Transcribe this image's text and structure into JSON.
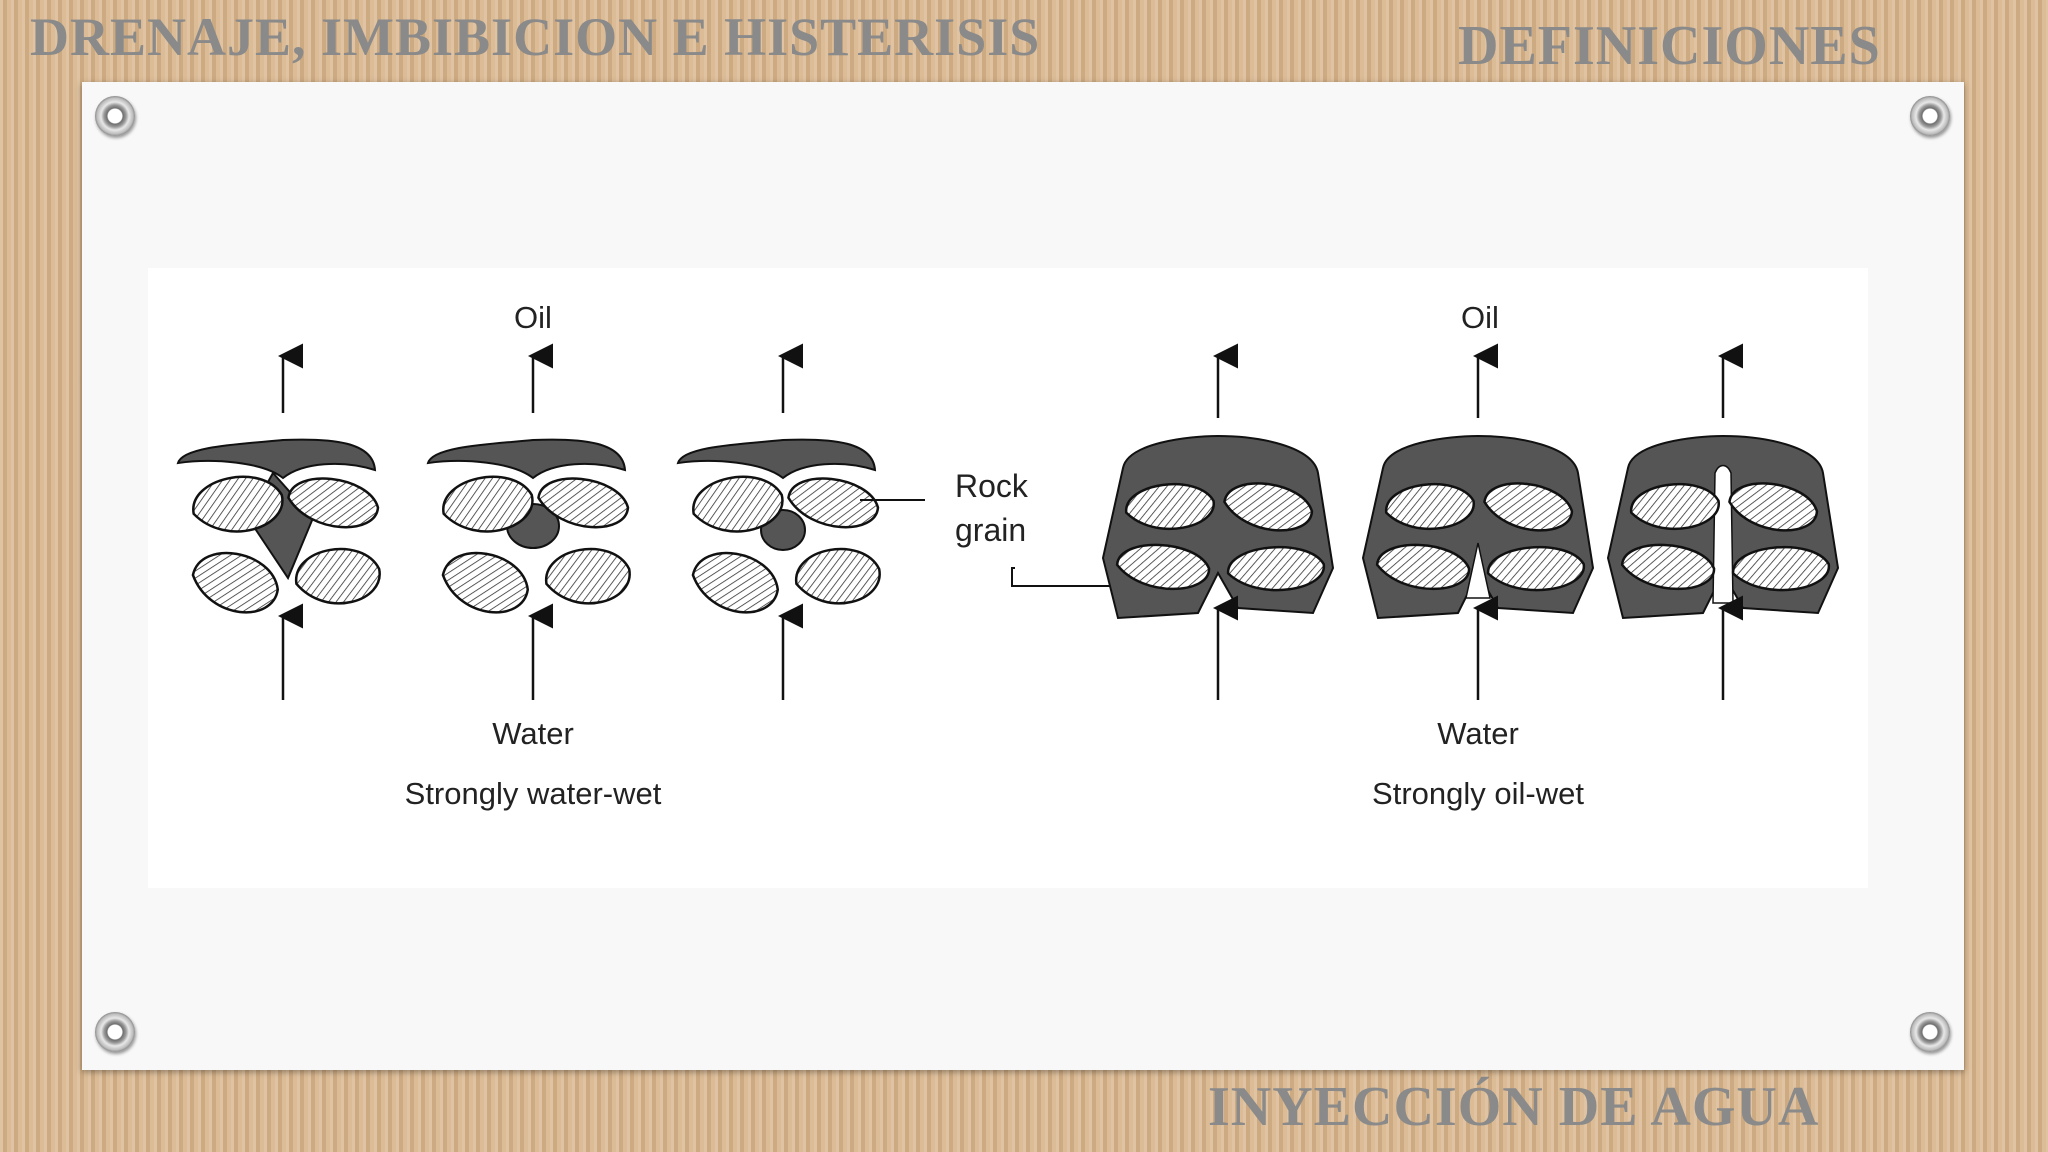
{
  "slide": {
    "title_left": "DRENAJE, IMBIBICION E HISTERISIS",
    "title_right": "DEFINICIONES",
    "title_bottom": "INYECCIÓN DE AGUA"
  },
  "diagram": {
    "panels": [
      {
        "name": "water-wet",
        "top_label": "Oil",
        "bottom_label": "Water",
        "caption": "Strongly water-wet"
      },
      {
        "name": "oil-wet",
        "top_label": "Oil",
        "bottom_label": "Water",
        "caption": "Strongly oil-wet"
      }
    ],
    "callout": {
      "line1": "Rock",
      "line2": "grain"
    }
  },
  "colors": {
    "background": "#d9b890",
    "title_text": "#8a8a8a",
    "card": "#f8f8f8",
    "oil": "#555555",
    "grain_hatch": "#333333"
  }
}
